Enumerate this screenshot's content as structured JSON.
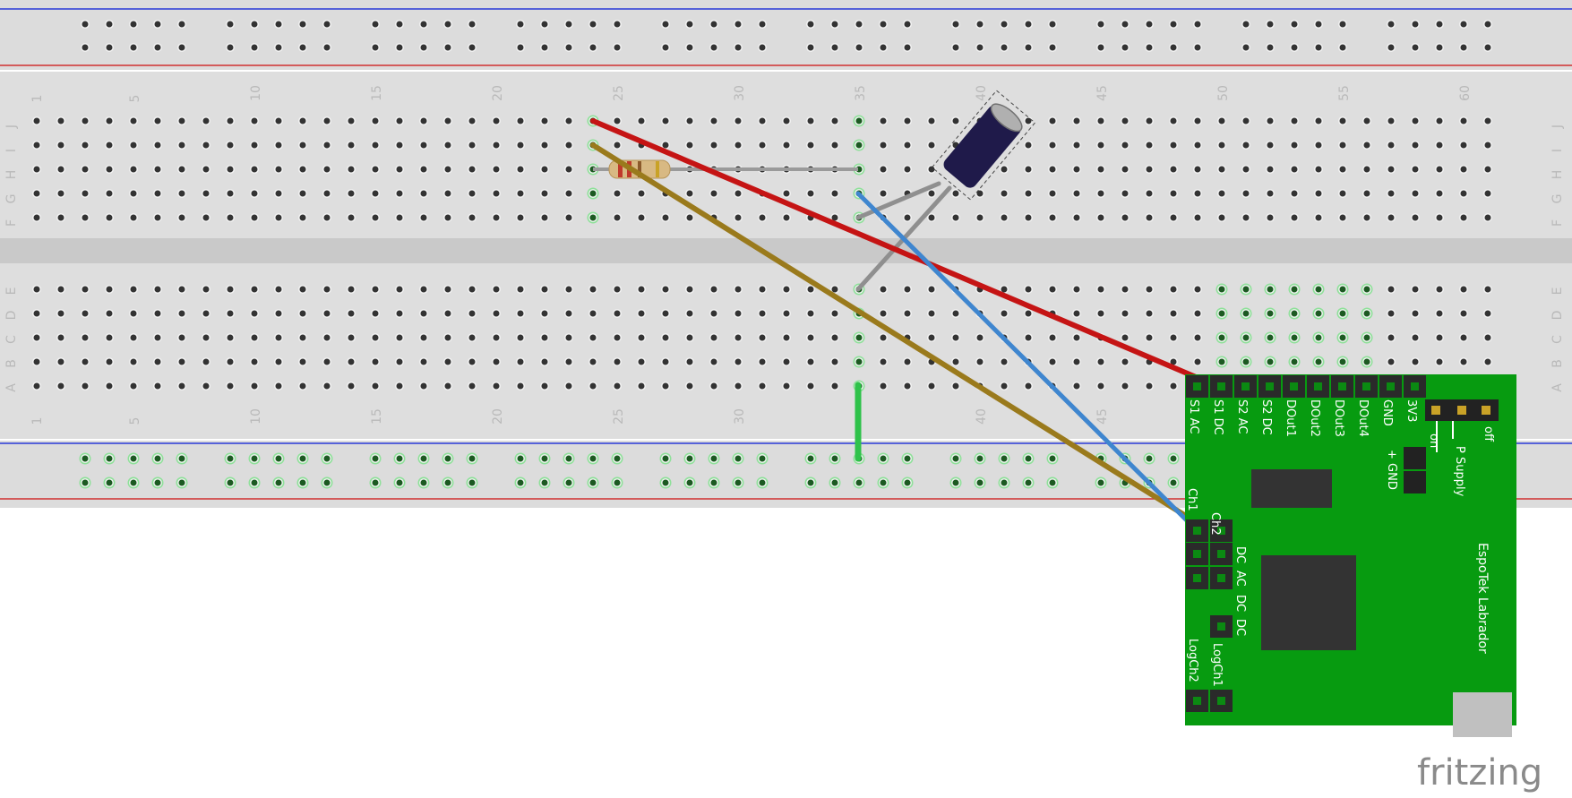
{
  "breadboard": {
    "top_row_letters": [
      "J",
      "I",
      "H",
      "G",
      "F"
    ],
    "bottom_row_letters": [
      "E",
      "D",
      "C",
      "B",
      "A"
    ],
    "column_numbers": [
      "1",
      "5",
      "10",
      "15",
      "20",
      "25",
      "30",
      "35",
      "40",
      "45",
      "50",
      "55",
      "60"
    ]
  },
  "board": {
    "title": "EspoTek Labrador",
    "header_pins": [
      "S1 AC",
      "S1 DC",
      "S2 AC",
      "S2 DC",
      "DOut1",
      "DOut2",
      "DOut3",
      "DOut4",
      "GND",
      "3V3"
    ],
    "switch_off": "off",
    "switch_on": "on",
    "supply_label": "P Supply",
    "power_label": "+ GND",
    "ch1": "Ch1",
    "ch2": "Ch2",
    "ch_dc_1": "DC",
    "ch_ac": "AC",
    "ch_dc_2": "DC",
    "ch_dc_3": "DC",
    "logch1": "LogCh1",
    "logch2": "LogCh2"
  },
  "wires": {
    "colors": {
      "red": "#c51414",
      "brown": "#9a7a1c",
      "blue": "#3f86cf",
      "green": "#2fc24a",
      "gray": "#8f8f8f"
    }
  },
  "logo": "fritzing"
}
